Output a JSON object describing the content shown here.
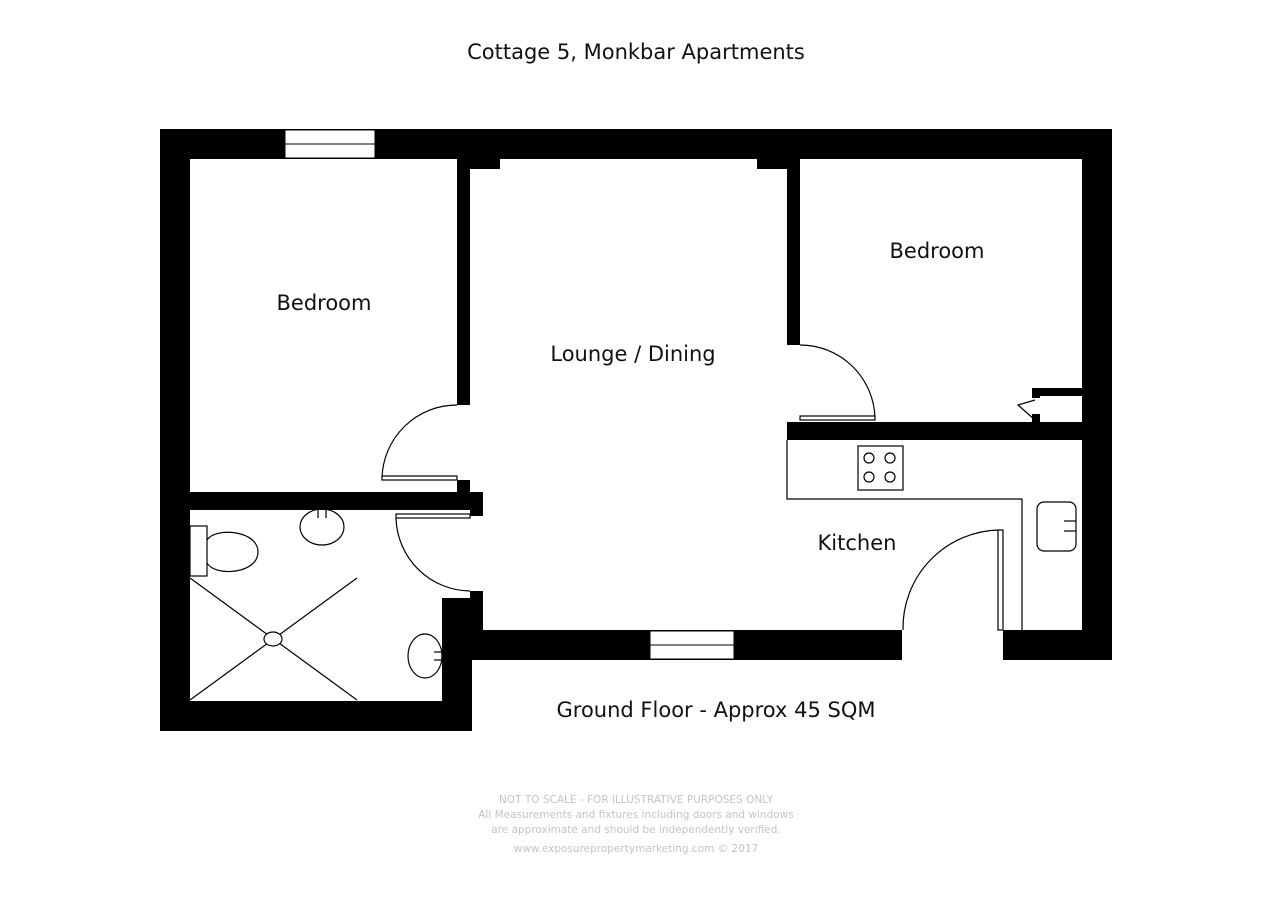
{
  "title": "Cottage 5, Monkbar Apartments",
  "rooms": {
    "bedroom_left": "Bedroom",
    "lounge": "Lounge / Dining",
    "bedroom_right": "Bedroom",
    "kitchen": "Kitchen"
  },
  "floor_label": "Ground Floor - Approx 45 SQM",
  "disclaimer": {
    "line1": "NOT TO SCALE - FOR ILLUSTRATIVE PURPOSES ONLY",
    "line2": "All Measurements and fixtures including doors and windows",
    "line3": "are approximate and should be independently verified.",
    "line4": "www.exposurepropertymarketing.com © 2017"
  }
}
